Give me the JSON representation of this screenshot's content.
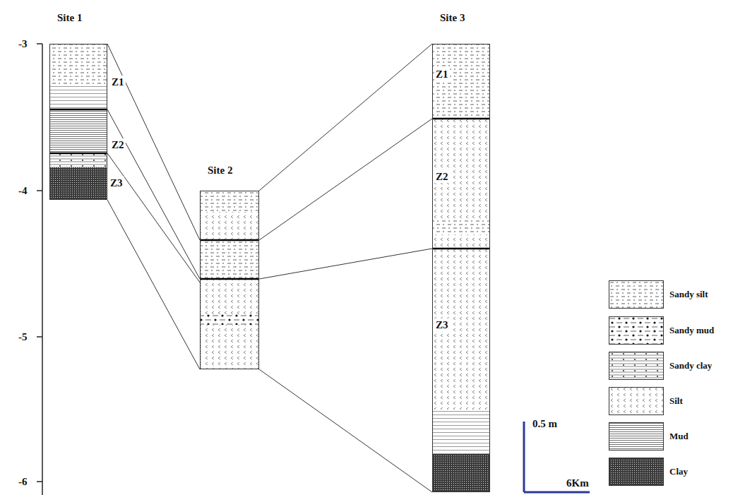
{
  "diagram": {
    "nodes": [
      {
        "text": [
          "Site 1"
        ]
      },
      {
        "text": [
          "Site 2"
        ]
      },
      {
        "text": [
          "Site 3"
        ]
      }
    ],
    "edges": [
      {
        "from": 0,
        "to": 1,
        "arrow": "none"
      },
      {
        "from": 0,
        "to": 1,
        "arrow": "none"
      },
      {
        "from": 0,
        "to": 1,
        "arrow": "none"
      },
      {
        "from": 0,
        "to": 1,
        "arrow": "none"
      },
      {
        "from": 1,
        "to": 2,
        "arrow": "none"
      },
      {
        "from": 1,
        "to": 2,
        "arrow": "none"
      },
      {
        "from": 1,
        "to": 2,
        "arrow": "none"
      },
      {
        "from": 1,
        "to": 2,
        "arrow": "none"
      }
    ],
    "labels": [
      "-3",
      "-4",
      "-5",
      "-6",
      "Z1",
      "Z2",
      "Z3",
      "Z1",
      "Z2",
      "Z3",
      "0.5 m",
      "6Km"
    ],
    "legend": [
      {
        "text": "Sandy silt"
      },
      {
        "text": "Sandy mud"
      },
      {
        "text": "Sandy clay"
      },
      {
        "text": "Silt"
      },
      {
        "text": "Mud"
      },
      {
        "text": "Clay"
      }
    ]
  }
}
